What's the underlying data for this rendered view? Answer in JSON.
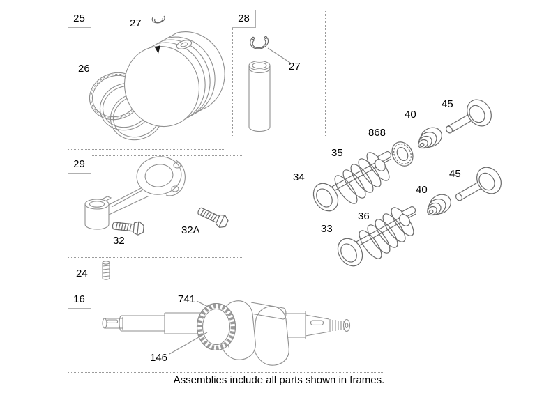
{
  "caption": "Assemblies include all parts shown in frames.",
  "frames": {
    "piston_assembly": {
      "number": "25"
    },
    "pin_assembly": {
      "number": "28"
    },
    "rod_assembly": {
      "number": "29"
    },
    "crankshaft_assembly": {
      "number": "16"
    }
  },
  "labels": {
    "clip_in_25": "27",
    "rings": "26",
    "clip_in_28": "27",
    "rod_bolt": "32",
    "rod_bolt_a": "32A",
    "dowel": "24",
    "crank_gear": "741",
    "crank_gear_teeth": "146",
    "valve_exhaust": "34",
    "valve_spring_top": "35",
    "seal_washer": "868",
    "spring_cap_top": "40",
    "tappet_top": "45",
    "tappet_bottom": "45",
    "spring_cap_bottom": "40",
    "valve_spring_bottom": "36",
    "valve_intake": "33"
  },
  "colors": {
    "line_light": "#8f8f8f",
    "line_dark": "#6a6a6a",
    "text": "#000000",
    "frame_border": "#9b9b9b",
    "background": "#ffffff"
  }
}
